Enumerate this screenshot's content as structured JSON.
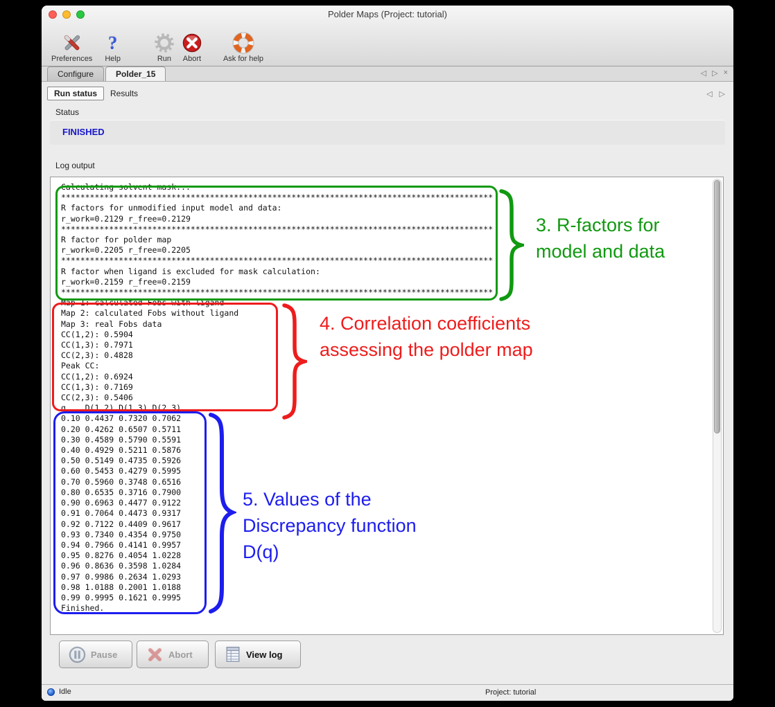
{
  "window": {
    "title": "Polder Maps (Project: tutorial)"
  },
  "toolbar": {
    "items": [
      {
        "label": "Preferences",
        "icon": "preferences-tools-icon"
      },
      {
        "label": "Help",
        "icon": "help-question-icon"
      },
      {
        "label": "Run",
        "icon": "run-gear-icon"
      },
      {
        "label": "Abort",
        "icon": "abort-icon"
      },
      {
        "label": "Ask for help",
        "icon": "ask-for-help-lifering-icon"
      }
    ]
  },
  "tabs": {
    "items": [
      "Configure",
      "Polder_15"
    ],
    "active": "Polder_15"
  },
  "tab_controls": {
    "prev": "◁",
    "next": "▷",
    "close": "×"
  },
  "subtabs": {
    "items": [
      "Run status",
      "Results"
    ],
    "active": "Run status"
  },
  "subtab_controls": {
    "prev": "◁",
    "next": "▷"
  },
  "status_section": {
    "label": "Status",
    "value": "FINISHED",
    "value_color": "#1717cc"
  },
  "log_section": {
    "label": "Log output",
    "text": "Calculating solvent mask...\n******************************************************************************************\nR factors for unmodified input model and data:\nr_work=0.2129 r_free=0.2129\n******************************************************************************************\nR factor for polder map\nr_work=0.2205 r_free=0.2205\n******************************************************************************************\nR factor when ligand is excluded for mask calculation:\nr_work=0.2159 r_free=0.2159\n******************************************************************************************\nMap 1: calculated Fobs with ligand\nMap 2: calculated Fobs without ligand\nMap 3: real Fobs data\nCC(1,2): 0.5904\nCC(1,3): 0.7971\nCC(2,3): 0.4828\nPeak CC:\nCC(1,2): 0.6924\nCC(1,3): 0.7169\nCC(2,3): 0.5406\nq    D(1,2) D(1,3) D(2,3)\n0.10 0.4437 0.7320 0.7062\n0.20 0.4262 0.6507 0.5711\n0.30 0.4589 0.5790 0.5591\n0.40 0.4929 0.5211 0.5876\n0.50 0.5149 0.4735 0.5926\n0.60 0.5453 0.4279 0.5995\n0.70 0.5960 0.3748 0.6516\n0.80 0.6535 0.3716 0.7900\n0.90 0.6963 0.4477 0.9122\n0.91 0.7064 0.4473 0.9317\n0.92 0.7122 0.4409 0.9617\n0.93 0.7340 0.4354 0.9750\n0.94 0.7966 0.4141 0.9957\n0.95 0.8276 0.4054 1.0228\n0.96 0.8636 0.3598 1.0284\n0.97 0.9986 0.2634 1.0293\n0.98 1.0188 0.2001 1.0188\n0.99 0.9995 0.1621 0.9995\nFinished."
  },
  "annotations": {
    "green": {
      "text": "3. R-factors for model and data",
      "color": "#119911"
    },
    "red": {
      "text": "4. Correlation coefficients assessing the polder map",
      "color": "#ee1c1c"
    },
    "blue": {
      "text": "5. Values of the Discrepancy function D(q)",
      "color": "#1d1dee"
    }
  },
  "footer_buttons": {
    "pause": "Pause",
    "abort": "Abort",
    "view_log": "View log"
  },
  "statusbar": {
    "state": "Idle",
    "project": "Project: tutorial"
  }
}
